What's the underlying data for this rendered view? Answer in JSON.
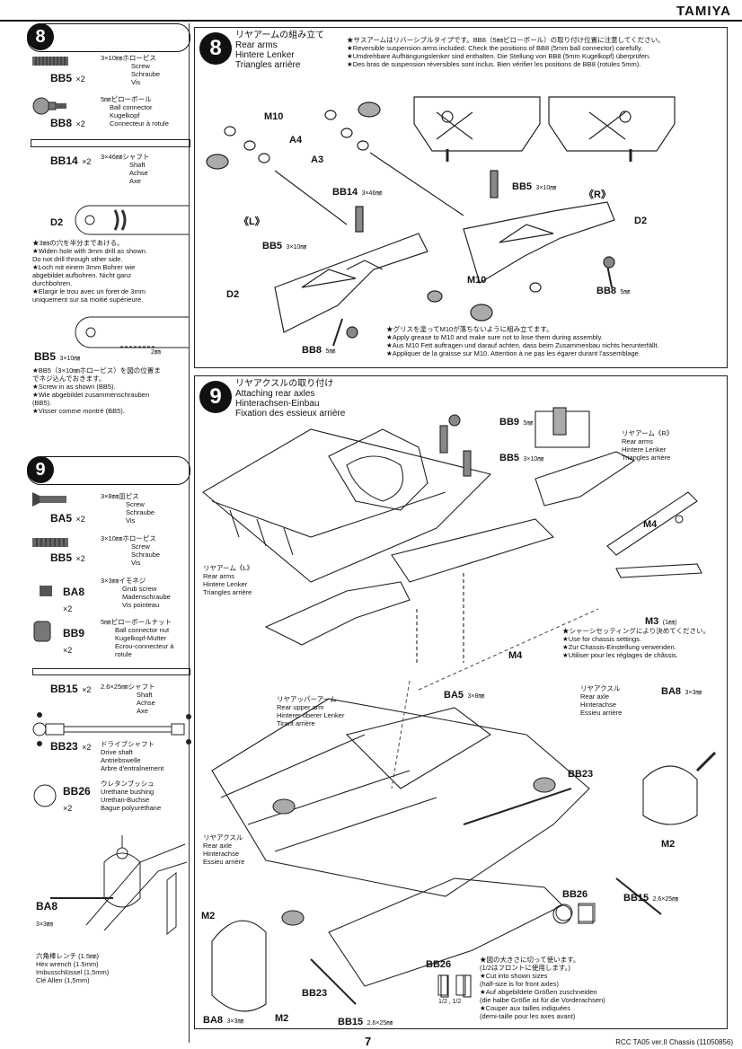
{
  "brand": "TAMIYA",
  "page_number": "7",
  "footer": "RCC TA05 ver.II Chassis (11050856)",
  "sidebar8": {
    "step": "8",
    "parts": [
      {
        "code": "BB5",
        "qty": "×2",
        "lines": [
          "3×10㎜ホローピス",
          "Screw",
          "Schraube",
          "Vis"
        ]
      },
      {
        "code": "BB8",
        "qty": "×2",
        "lines": [
          "5㎜ピローボール",
          "Ball connector",
          "Kugelkopf",
          "Connecteur à rotule"
        ]
      },
      {
        "code": "BB14",
        "qty": "×2",
        "lines": [
          "3×46㎜シャフト",
          "Shaft",
          "Achse",
          "Axe"
        ]
      }
    ],
    "d2_label": "D2",
    "drill_note": [
      "★3㎜の穴を半分まであける。",
      "★Widen hole with 3mm drill as shown.",
      "Do not drill through other side.",
      "★Loch mit einem 3mm Bohrer wie",
      "abgebildet aufbohren. Nicht ganz",
      "durchbohren.",
      "★Elargir le trou avec un foret de 3mm",
      "uniquement sur sa moitié supérieure."
    ],
    "bb5_label": "BB5",
    "bb5_size": "3×10㎜",
    "gap": "2㎜",
    "bb5_note": [
      "★BB5（3×10㎜ホローピス）を図の位置ま",
      "でネジ込んでおきます。",
      "★Screw in as shown (BB5).",
      "★Wie abgebildet zusammenschrauben",
      "(BB5).",
      "★Visser comme montré (BB5)."
    ]
  },
  "sidebar9": {
    "step": "9",
    "parts": [
      {
        "code": "BA5",
        "qty": "×2",
        "lines": [
          "3×8㎜皿ピス",
          "Screw",
          "Schraube",
          "Vis"
        ]
      },
      {
        "code": "BB5",
        "qty": "×2",
        "lines": [
          "3×10㎜ホローピス",
          "Screw",
          "Schraube",
          "Vis"
        ]
      },
      {
        "code": "BA8",
        "qty": "×2",
        "lines": [
          "3×3㎜イモネジ",
          "Grub screw",
          "Madenschraube",
          "Vis pointeau"
        ]
      },
      {
        "code": "BB9",
        "qty": "×2",
        "lines": [
          "5㎜ピローボールナット",
          "Ball connector nut",
          "Kugelkopf-Mutter",
          "Ecrou-connecteur à",
          "rotule"
        ]
      },
      {
        "code": "BB15",
        "qty": "×2",
        "lines": [
          "2.6×25㎜シャフト",
          "Shaft",
          "Achse",
          "Axe"
        ]
      },
      {
        "code": "BB23",
        "qty": "×2",
        "lines": [
          "ドライブシャフト",
          "Drive shaft",
          "Antriebswelle",
          "Arbre d'entraînement"
        ]
      },
      {
        "code": "BB26",
        "qty": "×2",
        "lines": [
          "ウレタンブッシュ",
          "Urethane bushing",
          "Urethan-Buchse",
          "Bague polyuréthane"
        ]
      }
    ],
    "ba8_label": "BA8",
    "ba8_size": "3×3㎜",
    "wrench": [
      "六角棒レンチ (1.5㎜)",
      "Hex wrench (1.5mm)",
      "Imbusschlüssel (1,5mm)",
      "Clé Allen (1,5mm)"
    ]
  },
  "step8": {
    "number": "8",
    "title": [
      "リヤアームの組み立て",
      "Rear arms",
      "Hintere Lenker",
      "Triangles arrière"
    ],
    "note": [
      "★サスアームはリバーシブルタイプです。BB8（5㎜ピローボール）の取り付け位置に注意してください。",
      "★Reversible suspension arms included. Check the positions of BB8 (5mm ball connector) carefully.",
      "★Umdrehbare Aufhängungslenker sind enthalten. Die Stellung von BB8 (5mm Kugelkopf) überprüfen.",
      "★Des bras de suspension réversibles sont inclus. Bien vérifier les positions de BB8 (rotules 5mm)."
    ],
    "labels": {
      "m10": "M10",
      "a4": "A4",
      "a3": "A3",
      "bb14": "BB14",
      "bb14_size": "3×46㎜",
      "l": "《L》",
      "r": "《R》",
      "bb5": "BB5",
      "bb5_size": "3×10㎜",
      "d2": "D2",
      "bb8": "BB8",
      "bb8_size": "5㎜"
    },
    "grease": [
      "★グリスを塗ってM10が落ちないように組み立てます。",
      "★Apply grease to M10 and make sure not to lose them during assembly.",
      "★Aus M10 Fett auftragen und darauf achten, dass beim Zusammenbau nichts herunterfällt.",
      "★Appliquer de la graisse sur M10. Attention à ne pas les égarer durant l'assemblage."
    ]
  },
  "step9": {
    "number": "9",
    "title": [
      "リヤアクスルの取り付け",
      "Attaching rear axles",
      "Hinterachsen-Einbau",
      "Fixation des essieux arrière"
    ],
    "labels": {
      "bb9": "BB9",
      "bb9_size": "5㎜",
      "bb5": "BB5",
      "bb5_size": "3×10㎜",
      "m4": "M4",
      "m3": "M3",
      "m3_size": "(1㎜)",
      "ba5": "BA5",
      "ba5_size": "3×8㎜",
      "ba8": "BA8",
      "ba8_size": "3×3㎜",
      "bb23": "BB23",
      "m2": "M2",
      "bb26": "BB26",
      "bb15": "BB15",
      "bb15_size": "2.6×25㎜"
    },
    "arm_r": [
      "リヤアーム《R》",
      "Rear arms",
      "Hintere Lenker",
      "Triangles arrière"
    ],
    "arm_l": [
      "リヤアーム《L》",
      "Rear arms",
      "Hintere Lenker",
      "Triangles arrière"
    ],
    "setting_note": [
      "★シャーシセッティングにより決めてください。",
      "★Use for chassis settings.",
      "★Zur Chassis-Einstellung verwenden.",
      "★Utiliser pour les réglages de châssis."
    ],
    "upper_arm": [
      "リヤアッパーアーム",
      "Rear upper arm",
      "Hinterer oberer Lenker",
      "Tirant arrière"
    ],
    "rear_axle_r": [
      "リヤアクスル",
      "Rear axle",
      "Hinterachse",
      "Essieu arrière"
    ],
    "rear_axle_l": [
      "リヤアクスル",
      "Rear axle",
      "Hinterachse",
      "Essieu arrière"
    ],
    "size_note": [
      "★図の大きさに切って使います。",
      "(1/2はフロントに使用します。)",
      "★Cut into shown sizes",
      "(half-size is for front axles)",
      "★Auf abgebildete Größen zuschneiden",
      "(die halbe Größe ist für die Vorderachsen)",
      "★Couper aux tailles indiquées",
      "(demi-taille pour les axes avant)"
    ],
    "halves": "1/2 , 1/2"
  }
}
